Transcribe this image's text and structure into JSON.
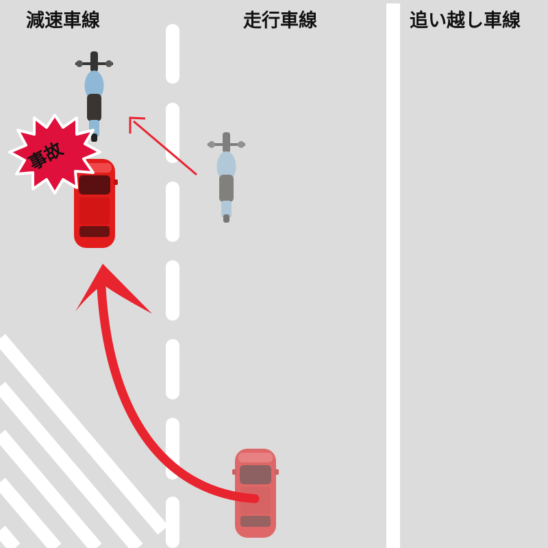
{
  "lanes": {
    "deceleration": "減速車線",
    "driving": "走行車線",
    "passing": "追い越し車線"
  },
  "accident_label": "事故",
  "colors": {
    "road": "#dcdcdc",
    "marking": "#ffffff",
    "arrow": "#e8242f",
    "car": "#e21b1b",
    "motorcycle": "#8fb8d6",
    "burst": "#e0103c"
  }
}
